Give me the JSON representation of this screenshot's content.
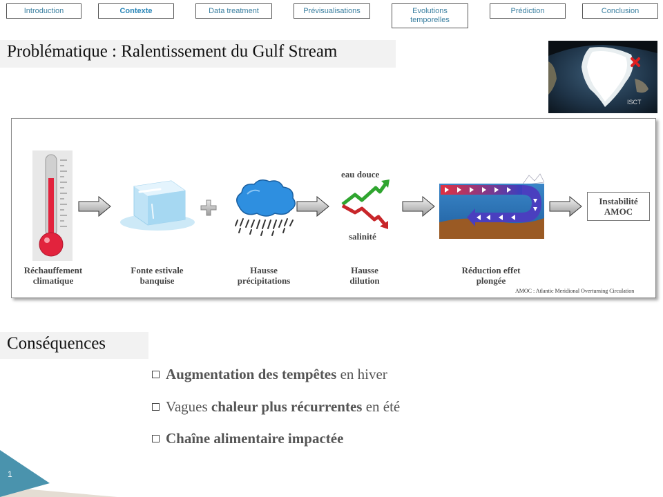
{
  "nav": {
    "tabs": [
      {
        "label": "Introduction"
      },
      {
        "label": "Contexte"
      },
      {
        "label": "Data treatment"
      },
      {
        "label": "Prévisualisations"
      },
      {
        "label": "Evolutions temporelles"
      },
      {
        "label": "Prédiction"
      },
      {
        "label": "Conclusion"
      }
    ],
    "active_tab": "Contexte"
  },
  "title": "Problématique : Ralentissement du Gulf Stream",
  "diagram": {
    "steps": [
      {
        "label": "Réchauffement climatique"
      },
      {
        "label": "Fonte estivale banquise"
      },
      {
        "label": "Hausse précipitations"
      },
      {
        "label": "Hausse dilution"
      },
      {
        "label": "Réduction effet plongée"
      }
    ],
    "dilution_up_label": "eau douce",
    "dilution_down_label": "salinité",
    "result_box": "Instabilité AMOC",
    "footnote": "AMOC : Atlantic Meridional Overturning Circulation"
  },
  "consequences": {
    "heading": "Conséquences",
    "items": [
      {
        "bold": "Augmentation des tempêtes",
        "rest": " en hiver"
      },
      {
        "pre": "Vagues ",
        "bold": "chaleur plus récurrentes",
        "rest": " en été"
      },
      {
        "bold": "Chaîne alimentaire impactée"
      }
    ]
  },
  "footer": {
    "page_number": "1"
  },
  "colors": {
    "accent": "#3a7fa0",
    "corner_blue": "#4a93ad",
    "corner_beige": "#e4ddd3"
  }
}
